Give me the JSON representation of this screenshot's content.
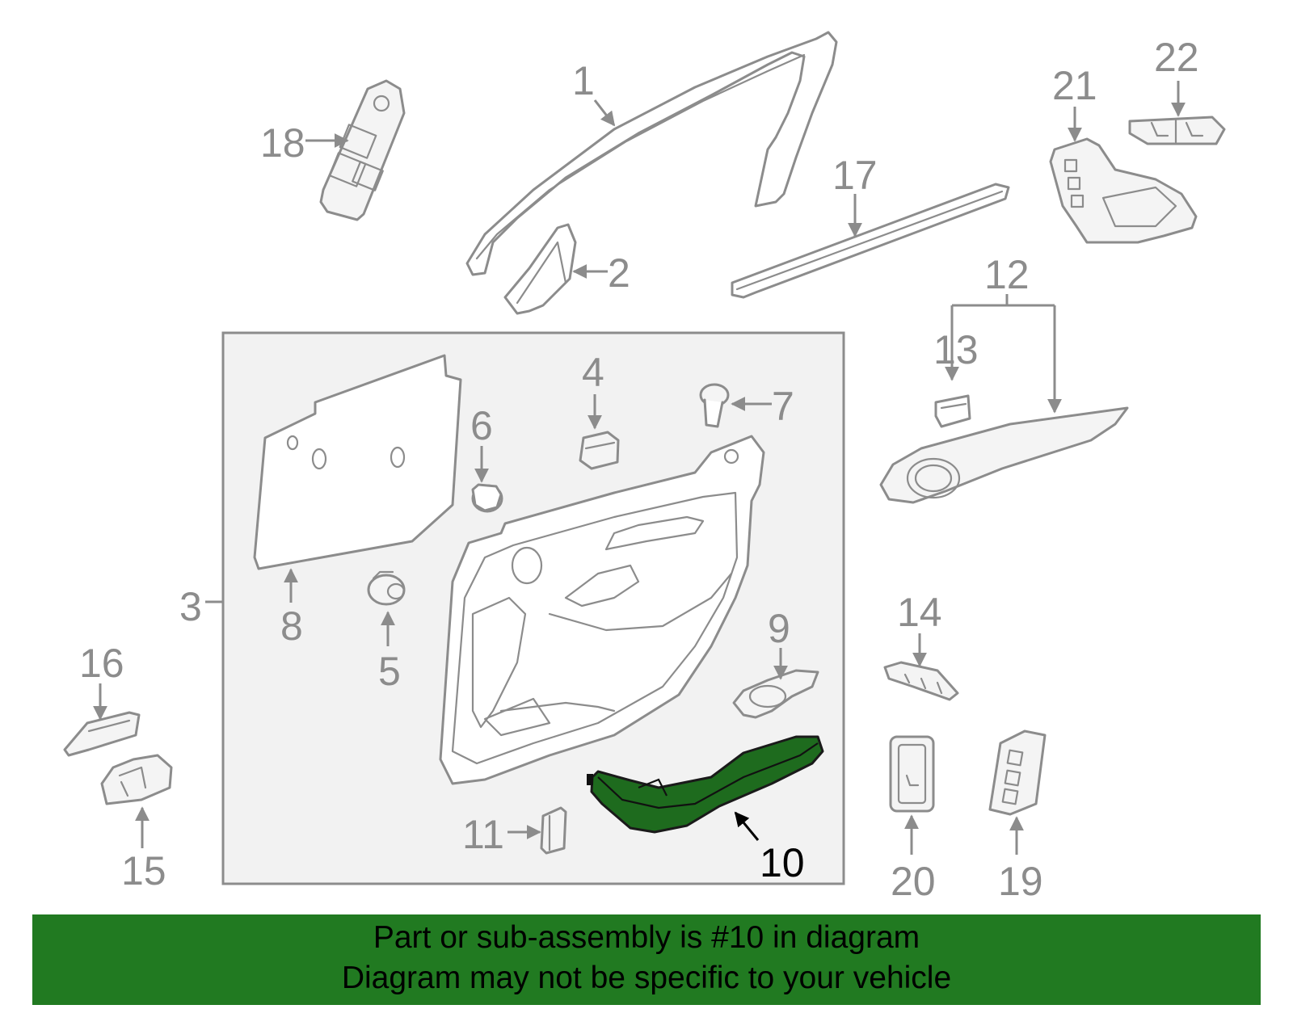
{
  "callouts": {
    "c1": "1",
    "c2": "2",
    "c3": "3",
    "c4": "4",
    "c5": "5",
    "c6": "6",
    "c7": "7",
    "c8": "8",
    "c9": "9",
    "c10": "10",
    "c11": "11",
    "c12": "12",
    "c13": "13",
    "c14": "14",
    "c15": "15",
    "c16": "16",
    "c17": "17",
    "c18": "18",
    "c19": "19",
    "c20": "20",
    "c21": "21",
    "c22": "22"
  },
  "highlighted_part": "10",
  "colors": {
    "highlight": "#1e6b1e",
    "banner": "#217a21",
    "line": "#8c8c8c"
  },
  "banner": {
    "line1": "Part or sub-assembly is #10 in diagram",
    "line2": "Diagram may not be specific to your vehicle"
  }
}
